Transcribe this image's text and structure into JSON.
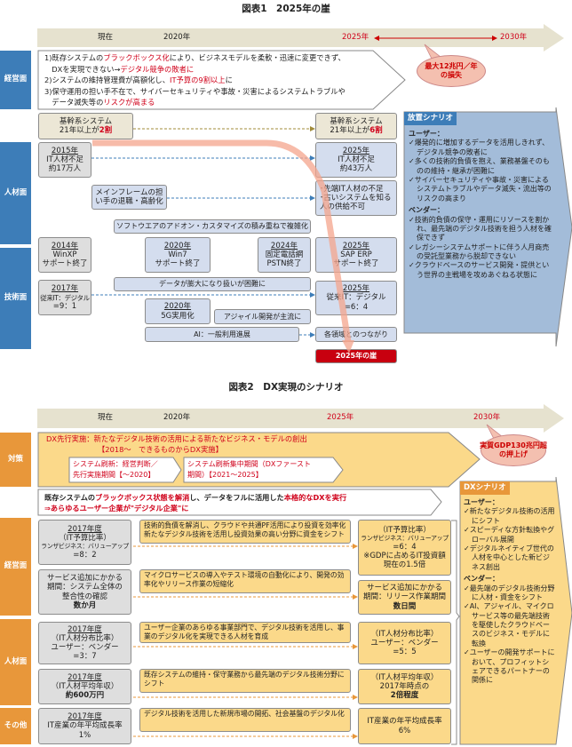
{
  "fig1": {
    "title": "図表1　2025年の崖",
    "timeline": {
      "now": "現在",
      "y2020": "2020年",
      "y2025": "2025年",
      "y2030": "2030年"
    },
    "bubble": [
      "最大12兆円／年",
      "の損失"
    ],
    "labels": {
      "mgmt": "経営面",
      "people": "人材面",
      "tech": "技術面"
    },
    "mgmt_lines": [
      [
        {
          "t": "1)既存システムの"
        },
        {
          "t": "ブラックボックス化",
          "red": true
        },
        {
          "t": "により、ビジネスモデルを柔軟・迅速に変更できず、"
        }
      ],
      [
        {
          "t": "　DXを実現できない→"
        },
        {
          "t": "デジタル競争の敗者に",
          "red": true
        }
      ],
      [
        {
          "t": "2)システムの維持管理費が高額化し、"
        },
        {
          "t": "IT予算の9割以上",
          "red": true
        },
        {
          "t": "に"
        }
      ],
      [
        {
          "t": "3)保守運用の担い手不在で、サイバーセキュリティや事故・災害によるシステムトラブルや"
        }
      ],
      [
        {
          "t": "　データ滅失等の"
        },
        {
          "t": "リスクが高まる",
          "red": true
        }
      ]
    ],
    "core_left": {
      "l1": "基幹系システム",
      "l2": "21年以上が",
      "hl": "2割"
    },
    "core_right": {
      "l1": "基幹系システム",
      "l2": "21年以上が",
      "hl": "6割"
    },
    "it2015": [
      "2015年",
      "IT人材不足",
      "約17万人"
    ],
    "it2025": [
      "2025年",
      "IT人材不足",
      "約43万人"
    ],
    "mainframe": [
      "メインフレームの担",
      "い手の退職・高齢化"
    ],
    "shortage": [
      "･先端IT人材の不足",
      "･古いシステムを知る",
      "人の供給不可"
    ],
    "software": "ソフトウエアのアドオン・カスタマイズの積み重ねで複雑化",
    "winxp": [
      "2014年",
      "WinXP",
      "サポート終了"
    ],
    "win7": [
      "2020年",
      "Win7",
      "サポート終了"
    ],
    "pstn": [
      "2024年",
      "固定電話網",
      "PSTN終了"
    ],
    "sap": [
      "2025年",
      "SAP ERP",
      "サポート終了"
    ],
    "data_huge": "データが膨大になり扱いが困難に",
    "ratio2017": [
      "2017年",
      "従来IT：デジタル",
      "=9：1"
    ],
    "ratio2025": [
      "2025年",
      "従来IT：デジタル",
      "=6：4"
    ],
    "g5": [
      "2020年",
      "5G実用化"
    ],
    "agile": "アジャイル開発が主流に",
    "ai": "AI：一般利用進展",
    "connect": "各領域とのつながり",
    "cliff": "2025年の崖",
    "scenario": {
      "tab": "放置シナリオ",
      "user": "ユーザー：",
      "user_items": [
        "✓爆発的に増加するデータを活用しきれず、デジタル競争の敗者に",
        "✓多くの技術的負債を抱え、業務基盤そのものの維持・継承が困難に",
        "✓サイバーセキュリティや事故・災害によるシステムトラブルやデータ滅失・流出等のリスクの高まり"
      ],
      "vendor": "ベンダー：",
      "vendor_items": [
        "✓技術的負債の保守・運用にリソースを割かれ、最先端のデジタル技術を担う人材を確保できず",
        "✓レガシーシステムサポートに伴う人月商売の受託型業務から脱却できない",
        "✓クラウドベースのサービス開発・提供という世界の主戦場を攻めあぐねる状態に"
      ]
    }
  },
  "fig2": {
    "title": "図表2　DX実現のシナリオ",
    "timeline": {
      "now": "現在",
      "y2020": "2020年",
      "y2025": "2025年",
      "y2030": "2030年"
    },
    "bubble": [
      "実質GDP130兆円超",
      "の押上げ"
    ],
    "labels": {
      "measures": "対策",
      "mgmt": "経営面",
      "people": "人材面",
      "other": "その他"
    },
    "measure_lines": [
      "DX先行実施：新たなデジタル技術の活用による新たなビジネス・モデルの創出",
      "【2018～　できるものからDX実施】"
    ],
    "renew1": [
      "システム刷新：経営判断／",
      "先行実施期間【～2020】"
    ],
    "renew2": [
      "システム刷新集中期間（DXファースト",
      "期間）【2021～2025】"
    ],
    "goal_lines": [
      [
        {
          "t": "既存システムの"
        },
        {
          "t": "ブラックボックス状態を解消",
          "red": true
        },
        {
          "t": "し、データをフルに活用した"
        },
        {
          "t": "本格的なDXを実行",
          "red": true
        }
      ],
      [
        {
          "t": "⇒あらゆるユーザー企業が\"デジタル企業\"に",
          "red": true
        }
      ]
    ],
    "rows": [
      {
        "left": [
          "2017年度",
          "（IT予算比率）",
          "ランザビジネス：バリューアップ",
          "=8：2"
        ],
        "mid": "技術的負債を解消し、クラウドや共通PF活用により投資を効率化 新たなデジタル技術を活用し投資効果の高い分野に資金をシフト",
        "right": [
          "（IT予算比率）",
          "ランザビジネス：バリューアップ",
          "=6：4",
          "※GDPに占めるIT投資額",
          "現在の1.5倍"
        ]
      },
      {
        "left": [
          "サービス追加にかかる",
          "期間：システム全体の",
          "整合性の確認",
          "数か月"
        ],
        "mid": "マイクロサービスの導入やテスト環境の自動化により、開発の効率化やリリース作業の短縮化",
        "right": [
          "サービス追加にかかる",
          "期間：リリース作業期間",
          "数日間"
        ]
      },
      {
        "left": [
          "2017年度",
          "（IT人材分布比率）",
          "ユーザー：ベンダー",
          "=3：7"
        ],
        "mid": "ユーザー企業のあらゆる事業部門で、デジタル技術を活用し、事業のデジタル化を実現できる人材を育成",
        "right": [
          "（IT人材分布比率）",
          "ユーザー：ベンダー",
          "=5：5"
        ]
      },
      {
        "left": [
          "2017年度",
          "（IT人材平均年収）",
          "約600万円"
        ],
        "mid": "既存システムの維持・保守業務から最先端のデジタル技術分野にシフト",
        "right": [
          "（IT人材平均年収）",
          "2017年時点の",
          "2倍程度"
        ]
      },
      {
        "left": [
          "2017年度",
          "IT産業の年平均成長率",
          "1%"
        ],
        "mid": "デジタル技術を活用した新規市場の開拓、社会基盤のデジタル化",
        "right": [
          "IT産業の年平均成長率",
          "6%"
        ]
      }
    ],
    "scenario": {
      "tab": "DXシナリオ",
      "user": "ユーザー：",
      "user_items": [
        "✓新たなデジタル技術の活用にシフト",
        "✓スピーディな方針転換やグローバル展開",
        "✓デジタルネイティブ世代の人材を中心とした新ビジネス創出"
      ],
      "vendor": "ベンダー：",
      "vendor_items": [
        "✓最先端のデジタル技術分野に人材・資金をシフト",
        "✓AI、アジャイル、マイクロサービス等の最先端技術を駆使したクラウドベースのビジネス・モデルに転換",
        "✓ユーザーの開発サポートにおいて、プロフィットシェアできるパートナーの関係に"
      ]
    }
  },
  "colors": {
    "blue_label": "#3d7db8",
    "orange_label": "#e8973a",
    "red": "#d0021b",
    "yellow": "#fbd98a",
    "blue_box": "#d4ddee"
  }
}
